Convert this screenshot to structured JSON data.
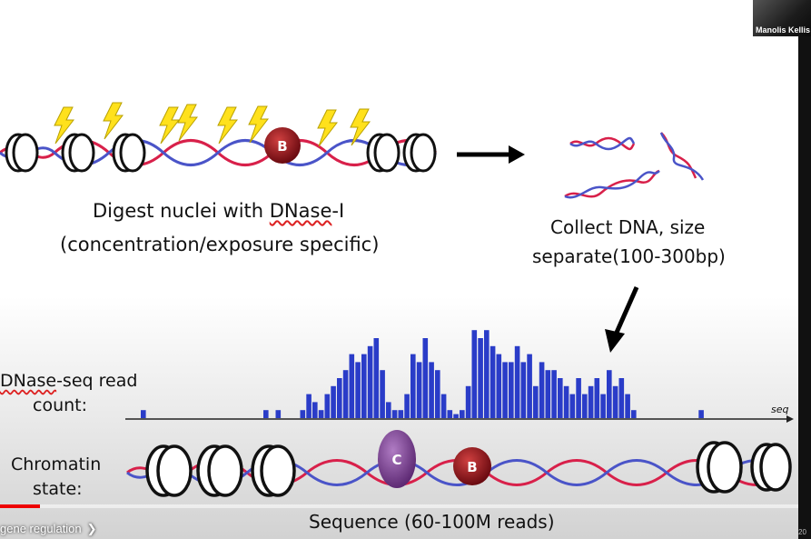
{
  "slide": {
    "digest_line1": "Digest nuclei with DNase-I",
    "digest_line2": "(concentration/exposure specific)",
    "collect_line1": "Collect DNA, size",
    "collect_line2": "separate(100-300bp)",
    "readcount_line1": "DNase-seq read",
    "readcount_line2": "count:",
    "chromatin_line1": "Chromatin",
    "chromatin_line2": "state:",
    "sequence_caption": "Sequence (60-100M reads)",
    "axis_label": "seq",
    "factor_b_label": "B",
    "factor_c_label": "C"
  },
  "read_counts": [
    1,
    0,
    0,
    0,
    0,
    0,
    0,
    0,
    0,
    0,
    0,
    0,
    0,
    0,
    0,
    0,
    0,
    0,
    0,
    0,
    1,
    0,
    1,
    0,
    0,
    0,
    1,
    3,
    2,
    1,
    3,
    4,
    5,
    6,
    8,
    7,
    8,
    9,
    10,
    6,
    2,
    1,
    1,
    3,
    8,
    7,
    10,
    7,
    6,
    3,
    1,
    0.5,
    1,
    4,
    11,
    10,
    11,
    9,
    8,
    7,
    7,
    9,
    7,
    8,
    4,
    7,
    6,
    6,
    5,
    4,
    3,
    5,
    3,
    4,
    5,
    3,
    6,
    4,
    5,
    3,
    1,
    0,
    0,
    0,
    0,
    0,
    0,
    0,
    0,
    0,
    0,
    1
  ],
  "video": {
    "presenter_name": "Manolis Kellis",
    "chapter_title": "gene regulation",
    "chapter_chevron": "❯",
    "progress": 0.05,
    "timestamp": "20"
  },
  "colors": {
    "bar": "#2a3cc8",
    "histone": "#111111",
    "dna_red": "#d8204a",
    "dna_blue": "#4a54c8",
    "factor_b": "#8b1018",
    "factor_c": "#7a3d8f",
    "lightning": "#ffe11c"
  }
}
